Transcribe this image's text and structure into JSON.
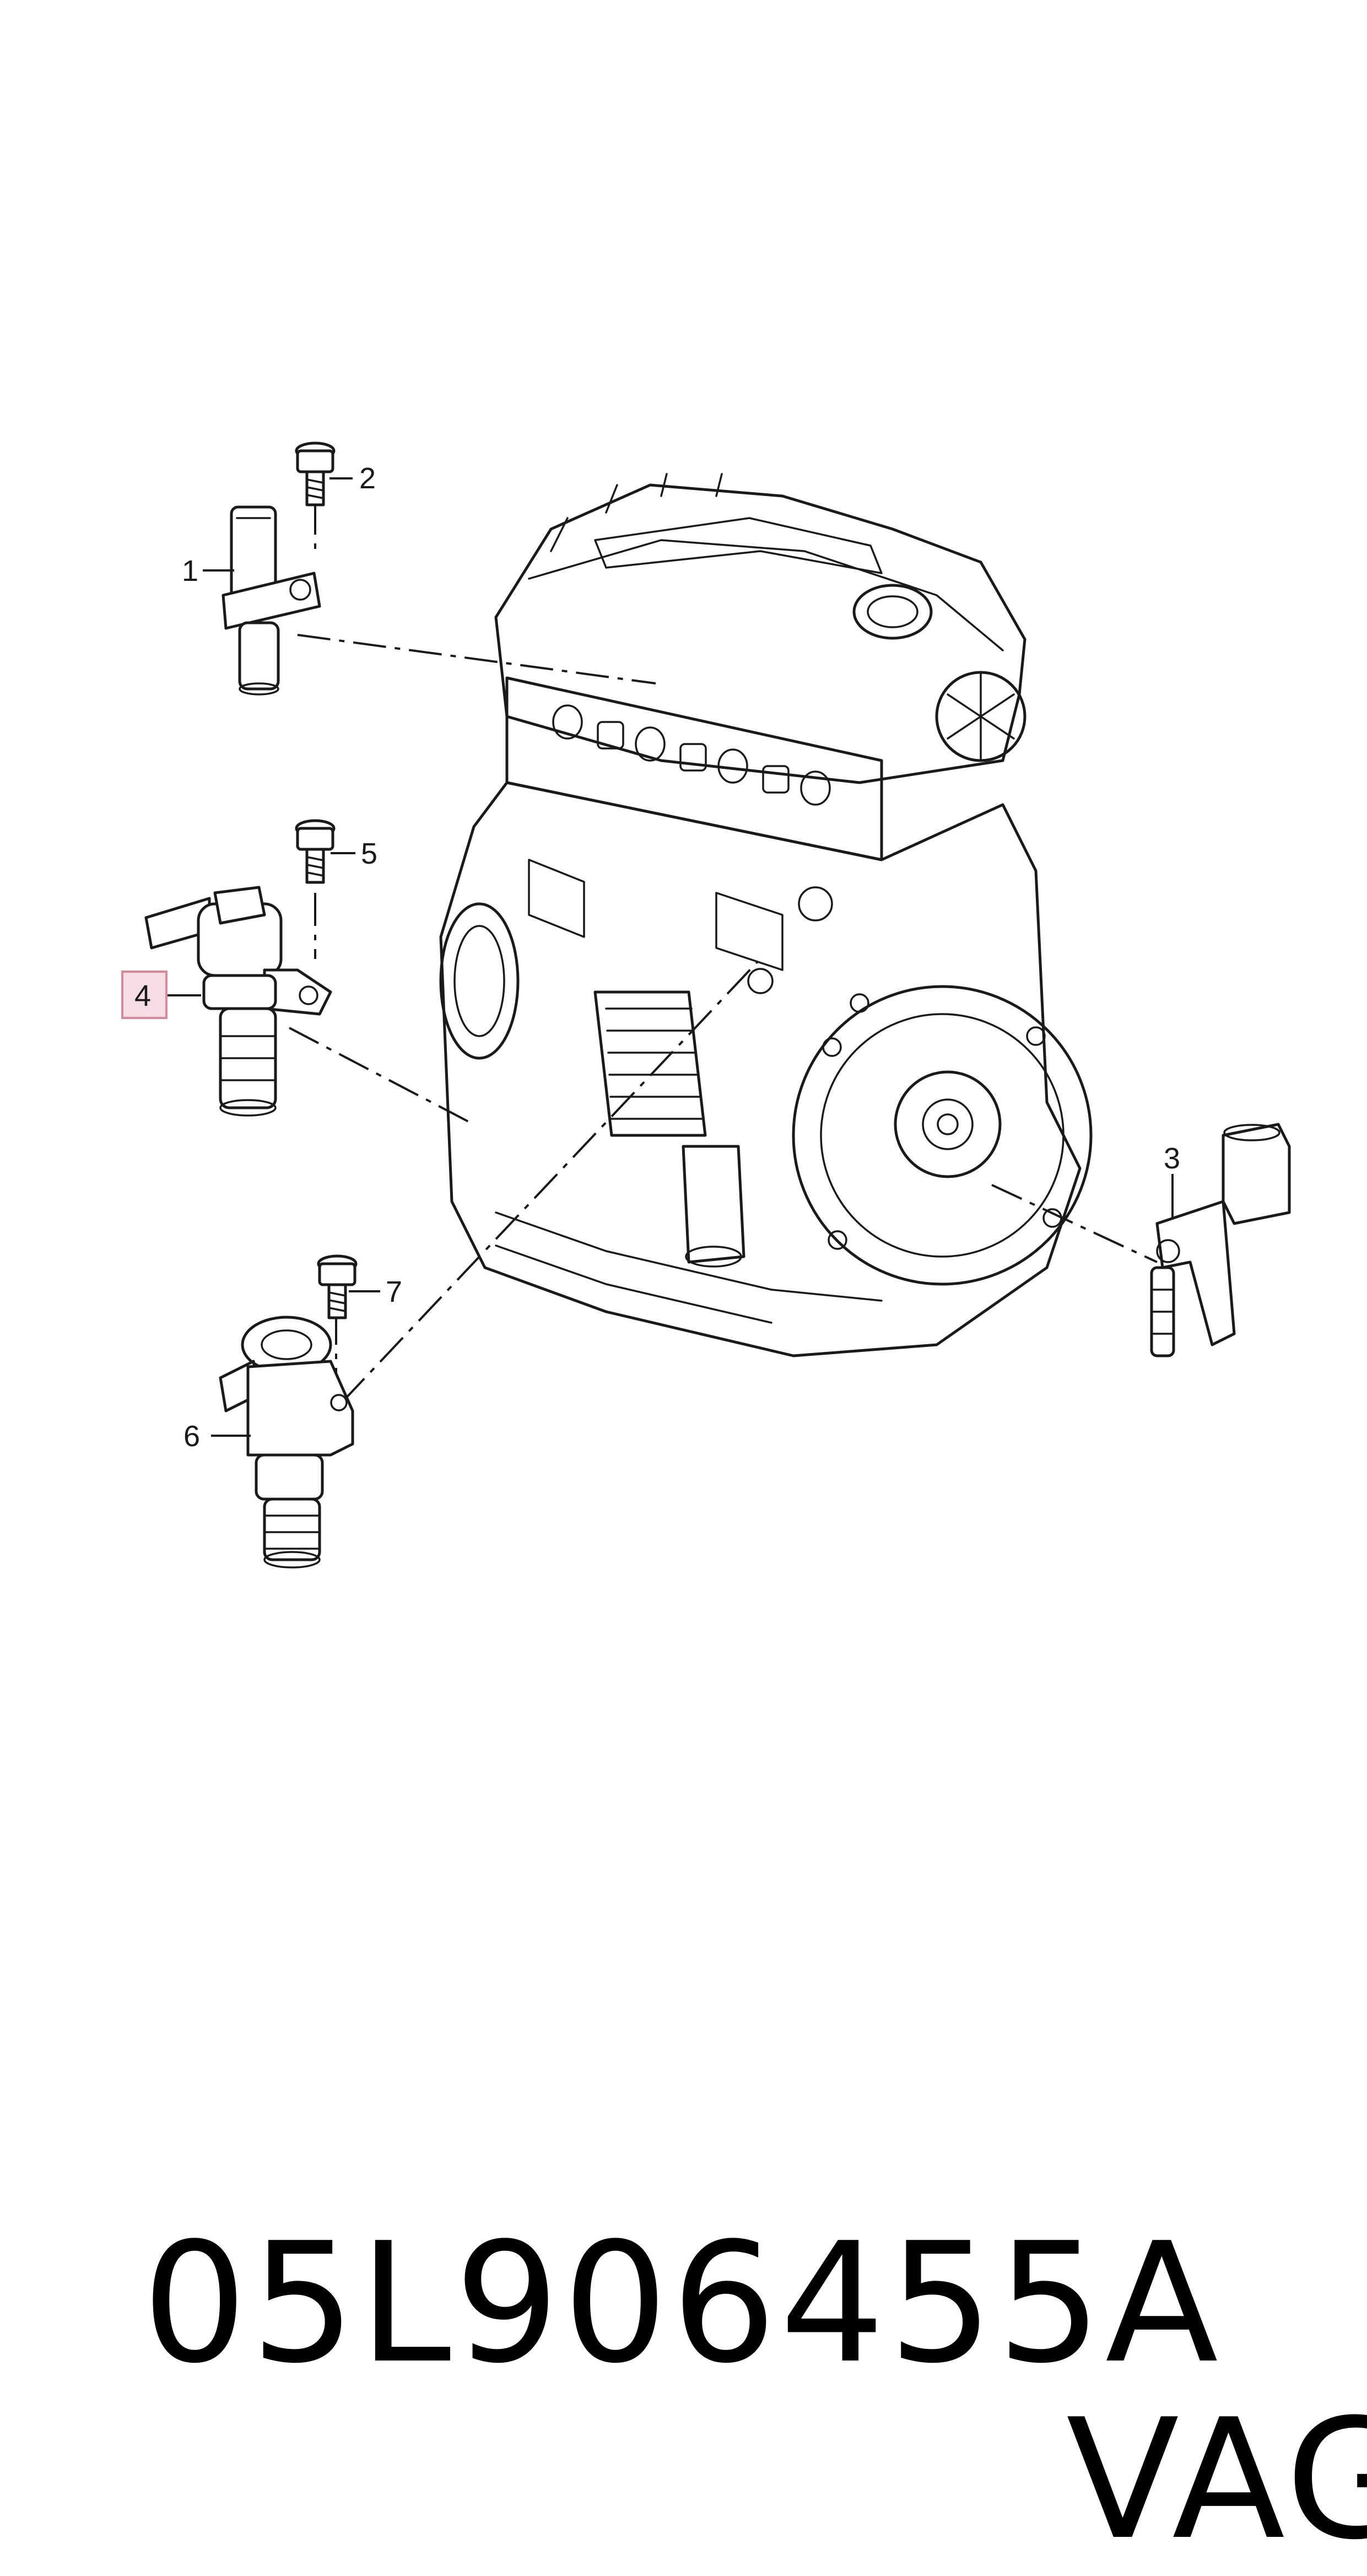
{
  "callouts": {
    "c1": "1",
    "c2": "2",
    "c3": "3",
    "c4": "4",
    "c5": "5",
    "c6": "6",
    "c7": "7"
  },
  "highlighted_callout": "4",
  "footer": {
    "part_number": "05L906455A",
    "brand": "VAG"
  },
  "colors": {
    "line": "#1a1a1a",
    "highlight_fill": "#f6dde3",
    "highlight_border": "#d48a9c"
  }
}
